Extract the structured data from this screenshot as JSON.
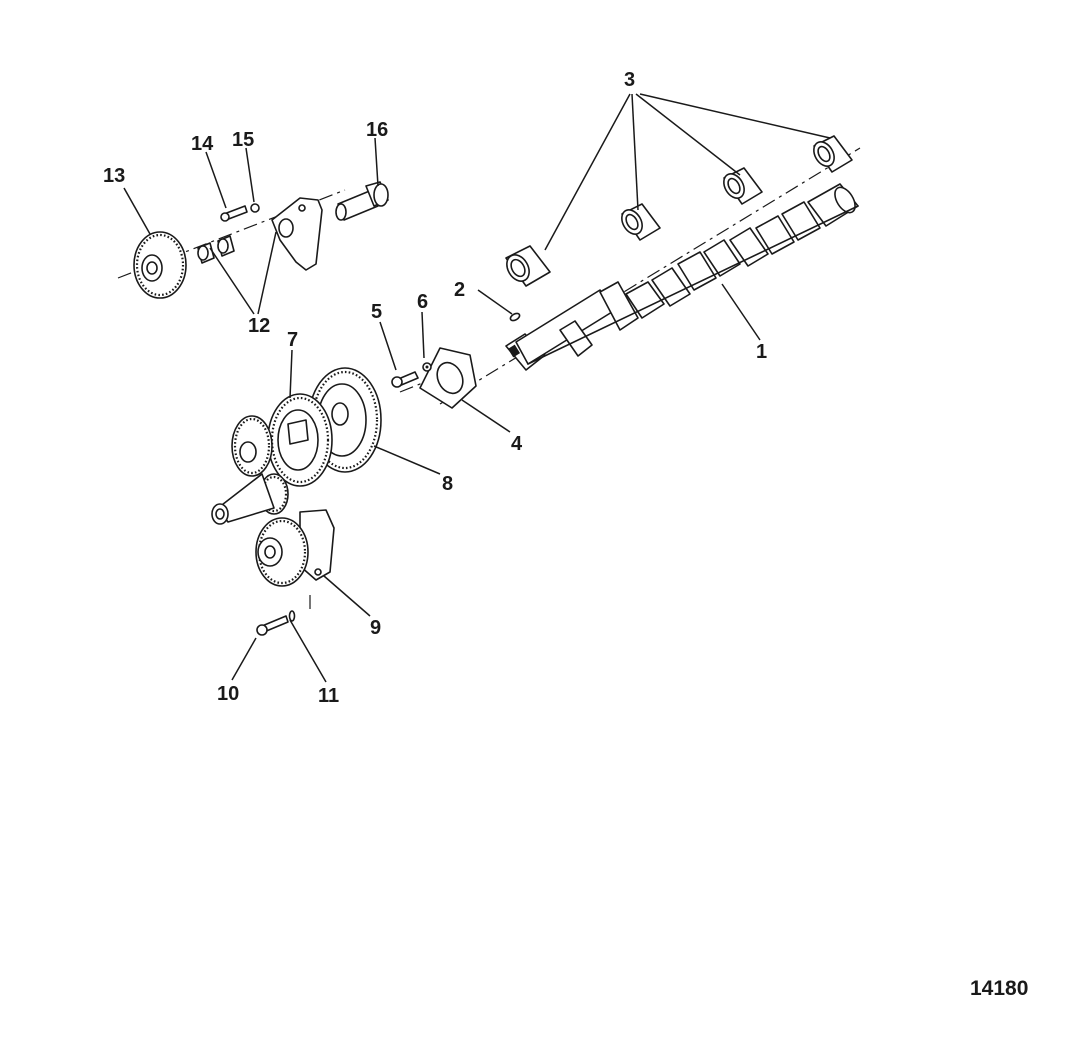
{
  "callouts": {
    "c1": "1",
    "c2": "2",
    "c3": "3",
    "c4": "4",
    "c5": "5",
    "c6": "6",
    "c7": "7",
    "c8": "8",
    "c9": "9",
    "c10": "10",
    "c11": "11",
    "c12": "12",
    "c13": "13",
    "c14": "14",
    "c15": "15",
    "c16": "16"
  },
  "figure_number": "14180"
}
